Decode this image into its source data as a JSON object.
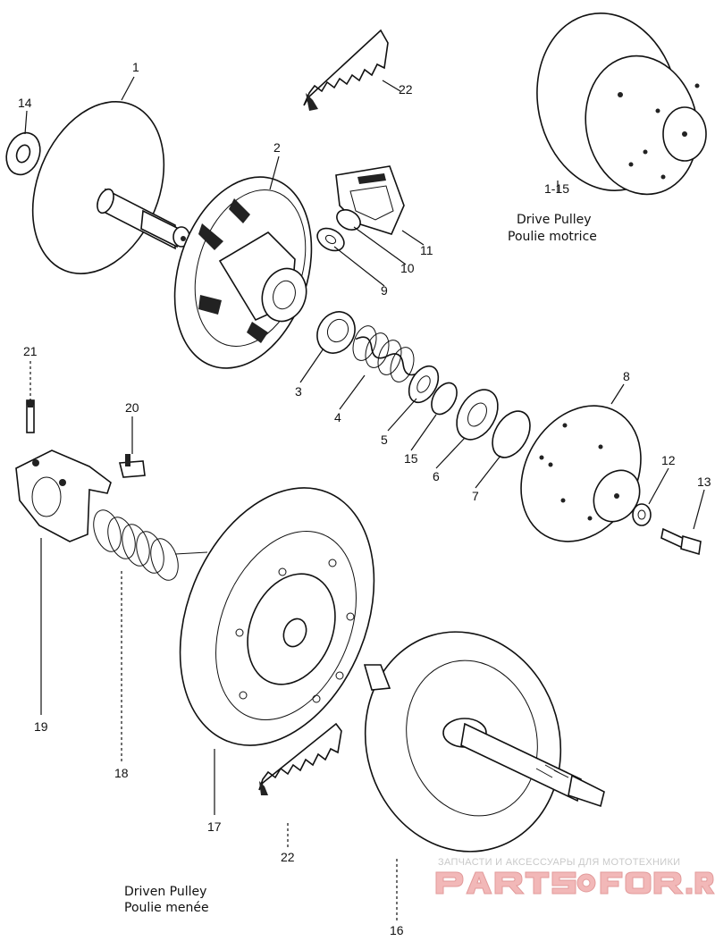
{
  "diagram": {
    "callouts": [
      "1",
      "2",
      "3",
      "4",
      "5",
      "6",
      "7",
      "8",
      "9",
      "10",
      "11",
      "12",
      "13",
      "14",
      "15",
      "16",
      "17",
      "18",
      "19",
      "20",
      "21",
      "22",
      "22",
      "1-15"
    ],
    "drive_pulley": {
      "label_en": "Drive Pulley",
      "label_fr": "Poulie motrice"
    },
    "driven_pulley": {
      "label_en": "Driven Pulley",
      "label_fr": "Poulie menée"
    }
  },
  "watermark": {
    "tagline": "ЗАПЧАСТИ И АКСЕССУАРЫ ДЛЯ МОТОТЕХНИКИ",
    "logo_text": "PARTSFOR.RU",
    "color": "#e8a0a0"
  }
}
